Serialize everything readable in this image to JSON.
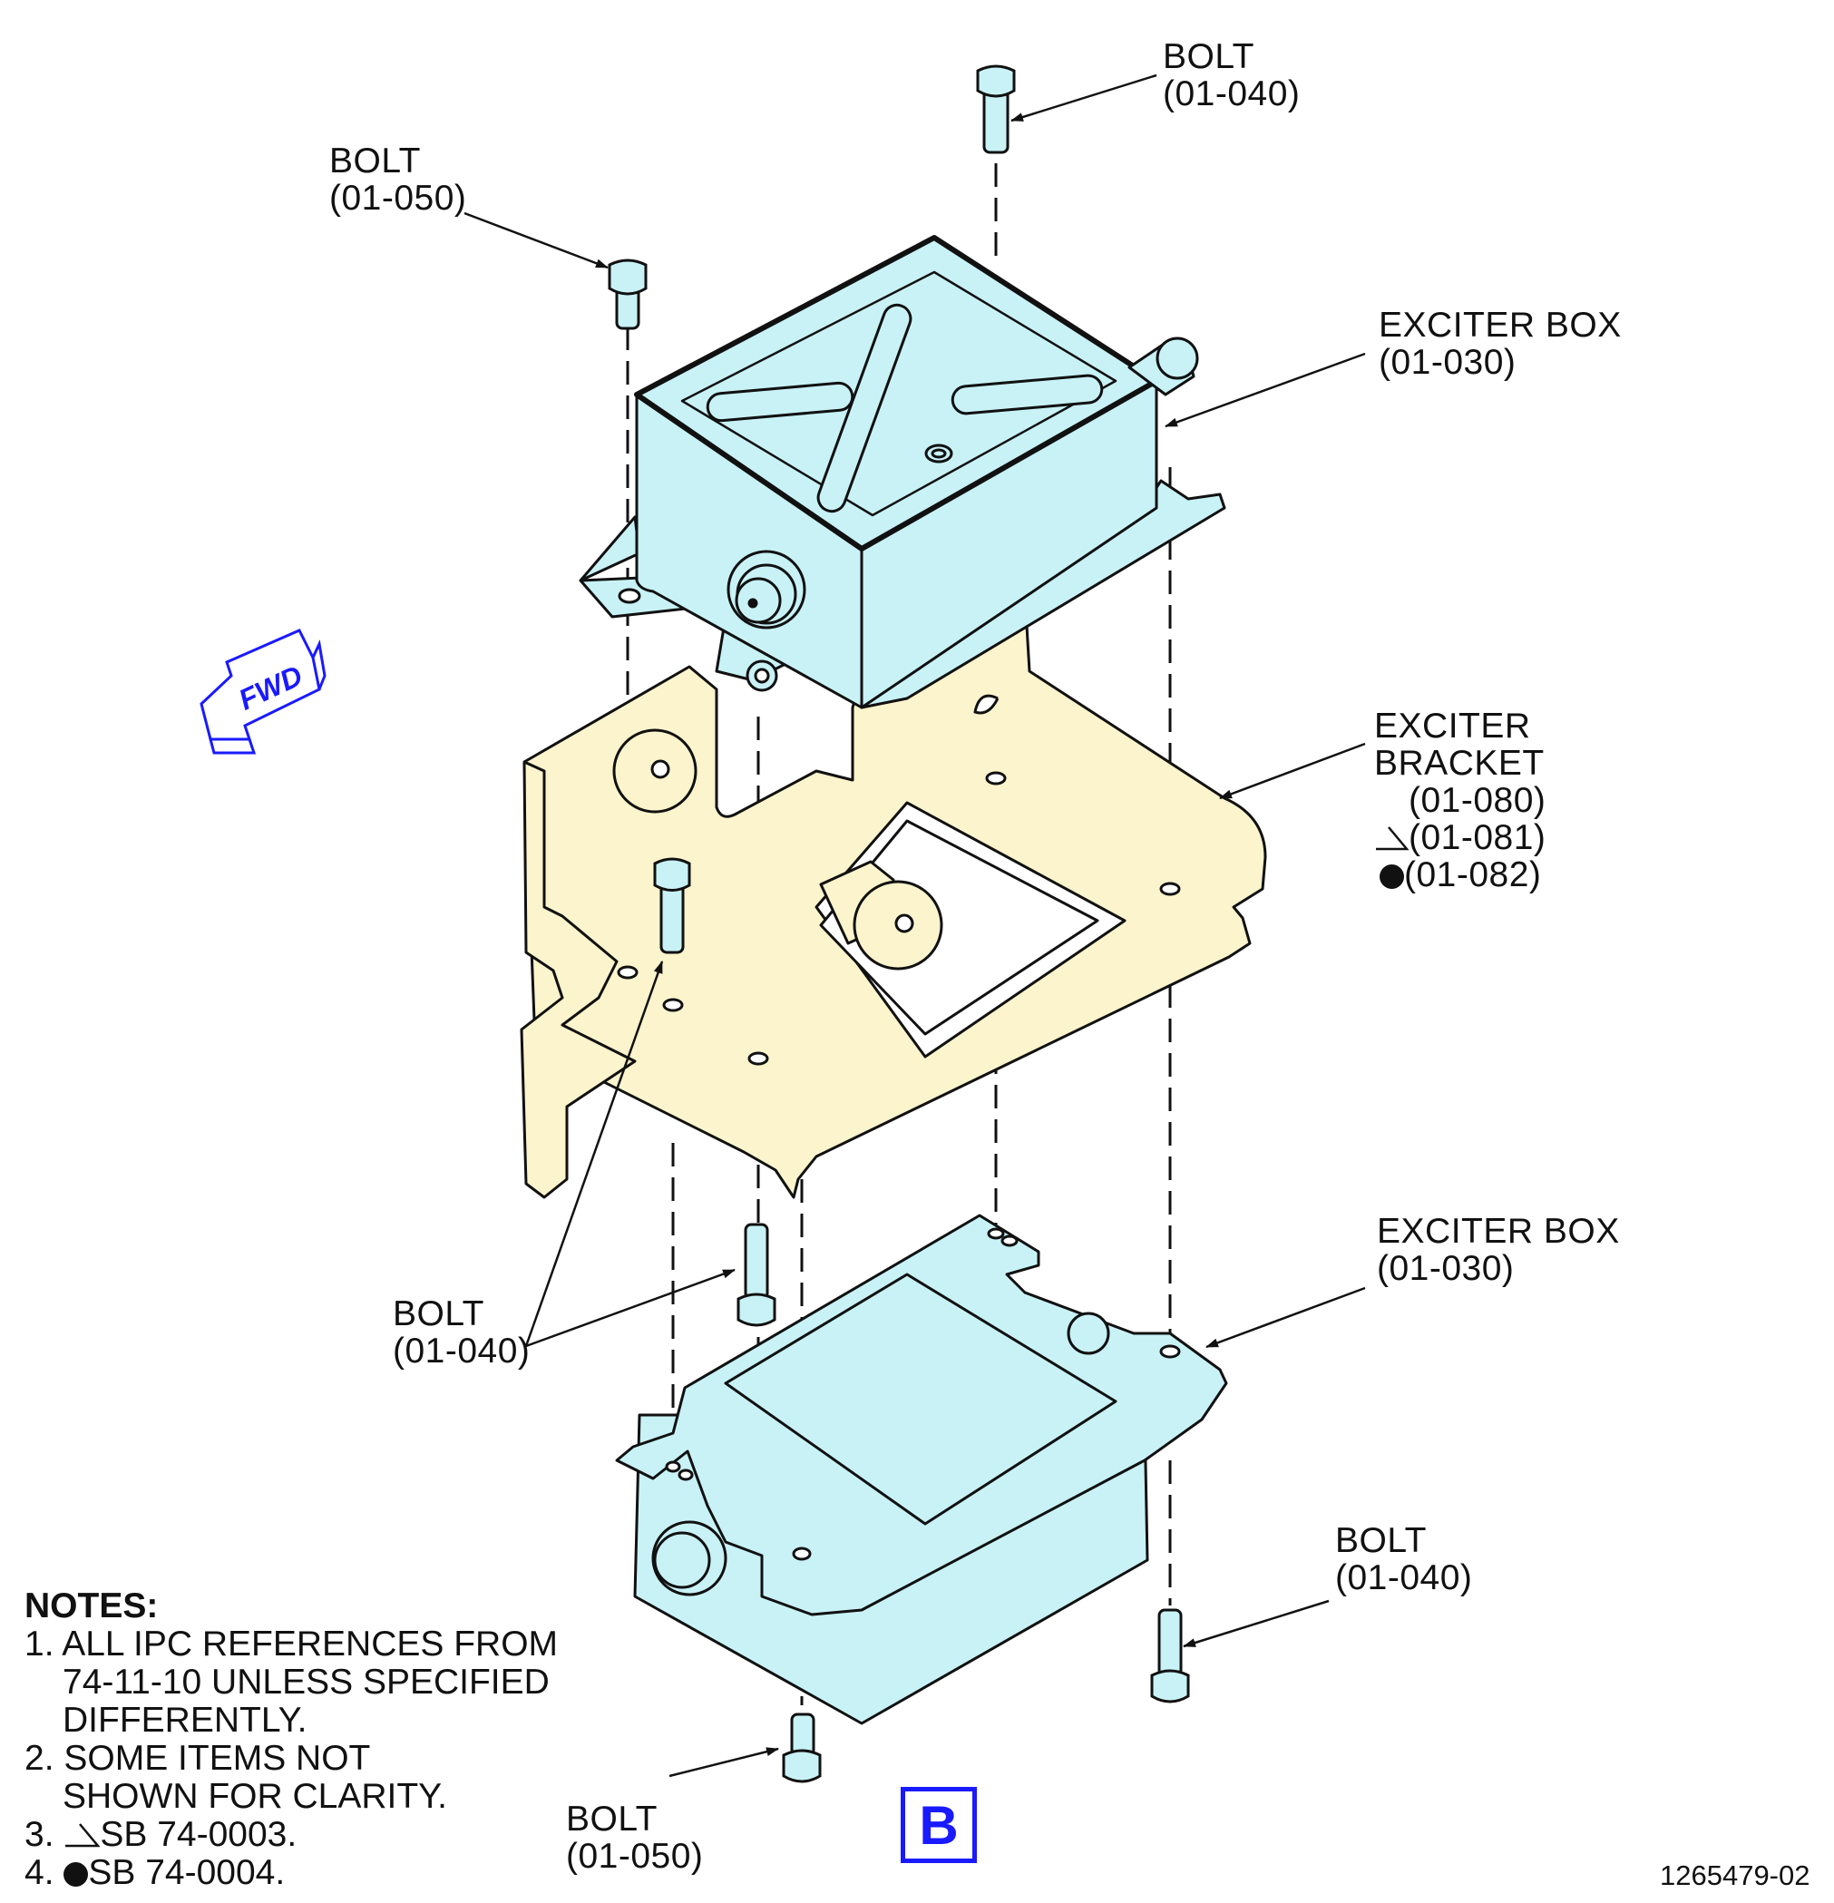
{
  "labels": {
    "bolt_top_right": {
      "name": "BOLT",
      "ref": "(01-040)"
    },
    "bolt_top_left": {
      "name": "BOLT",
      "ref": "(01-050)"
    },
    "exciter_box_upper": {
      "name": "EXCITER BOX",
      "ref": "(01-030)"
    },
    "exciter_bracket": {
      "name1": "EXCITER",
      "name2": "BRACKET",
      "ref1": "(01-080)",
      "ref2": "(01-081)",
      "ref3": "(01-082)"
    },
    "bolt_middle": {
      "name": "BOLT",
      "ref": "(01-040)"
    },
    "exciter_box_lower": {
      "name": "EXCITER BOX",
      "ref": "(01-030)"
    },
    "bolt_bottom_right": {
      "name": "BOLT",
      "ref": "(01-040)"
    },
    "bolt_bottom_center": {
      "name": "BOLT",
      "ref": "(01-050)"
    }
  },
  "fwd_arrow": "FWD",
  "notes": {
    "title": "NOTES:",
    "n1_line1": "1. ALL IPC REFERENCES FROM",
    "n1_line2": "74-11-10 UNLESS SPECIFIED",
    "n1_line3": "DIFFERENTLY.",
    "n2_line1": "2. SOME ITEMS NOT",
    "n2_line2": "SHOWN FOR CLARITY.",
    "n3_prefix": "3.",
    "n3_text": "SB 74-0003.",
    "n4_prefix": "4.",
    "n4_text": "SB 74-0004."
  },
  "view_callout": "B",
  "figure_number": "1265479-02",
  "colors": {
    "box_fill": "#c8f2f6",
    "bracket_fill": "#fbf4cc",
    "callout_blue": "#1a1aff",
    "line": "#111111"
  }
}
